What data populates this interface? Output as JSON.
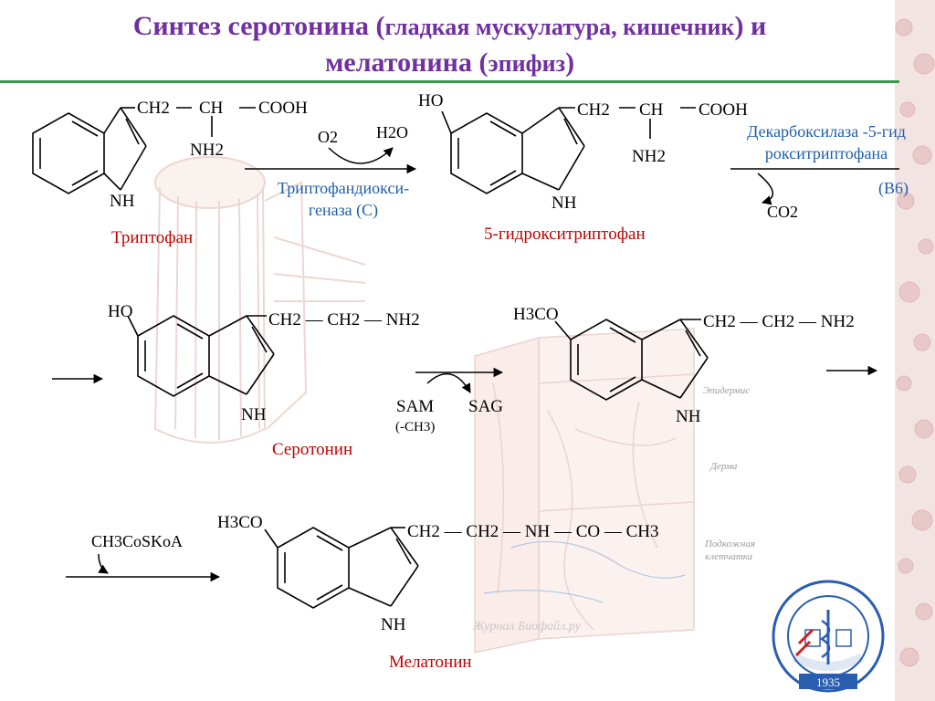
{
  "title": {
    "part1": "Синтез серотонина (",
    "part1_small": "гладкая мускулатура, кишечник",
    "part1_end": ") и",
    "part2": "мелатонина (",
    "part2_small": "эпифиз",
    "part2_end": ")"
  },
  "tryptophan": {
    "ch2": "CH2",
    "ch": "CH",
    "cooh": "COOH",
    "nh2": "NH2",
    "nh": "NH",
    "name": "Триптофан"
  },
  "step1": {
    "o2": "O2",
    "h2o": "H2O",
    "enzyme_line1": "Триптофандиокси-",
    "enzyme_line2": "геназа (С)"
  },
  "hydroxytryptophan": {
    "ho": "HO",
    "ch2": "CH2",
    "ch": "CH",
    "cooh": "COOH",
    "nh2": "NH2",
    "nh": "NH",
    "name": "5-гидрокситриптофан"
  },
  "step2": {
    "enzyme_line1": "Декарбоксилаза -5-гид",
    "enzyme_line2": "рокситриптофана",
    "co2": "CO2",
    "cofactor": "(B6)"
  },
  "serotonin": {
    "ho": "HO",
    "chain": "CH2 — CH2 — NH2",
    "nh": "NH",
    "name": "Серотонин"
  },
  "step3": {
    "sam": "SAM",
    "ch3": "(-CH3)",
    "sag": "SAG"
  },
  "methoxytryptamine": {
    "h3co": "H3CO",
    "chain": "CH2 — CH2 — NH2",
    "nh": "NH"
  },
  "step4": {
    "reagent": "CH3CoSKoA"
  },
  "melatonin": {
    "h3co": "H3CO",
    "chain": "CH2 — CH2 — NH — CO — CH3",
    "nh": "NH",
    "name": "Мелатонин"
  },
  "background_captions": {
    "epidermis": "Эпидермис",
    "dermis": "Дерма",
    "subcutis_line1": "Подкожная",
    "subcutis_line2": "клетчатка",
    "watermark": "Журнал Биофайл.ру"
  },
  "emblem": {
    "year": "1935"
  },
  "colors": {
    "title": "#7030a0",
    "compound_name": "#c00000",
    "enzyme": "#1f5fa8",
    "rule": "#3a9a4a"
  }
}
